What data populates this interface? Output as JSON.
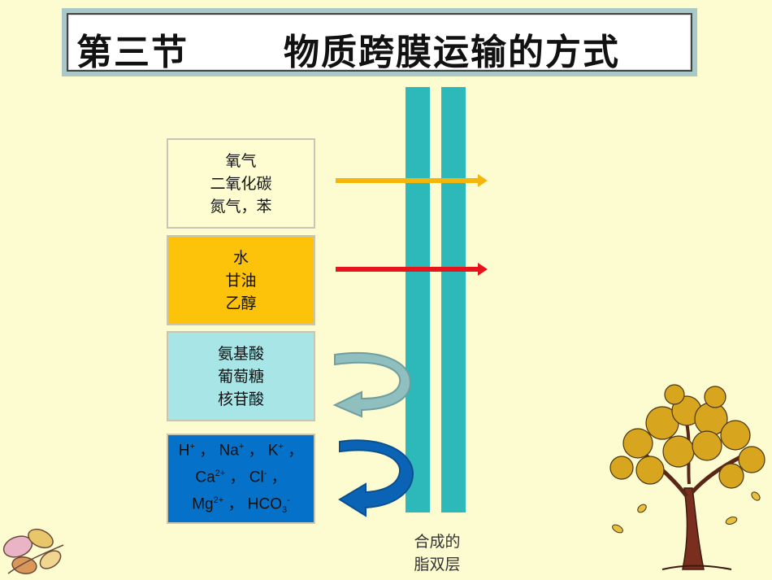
{
  "title": {
    "section": "第三节",
    "heading": "物质跨膜运输的方式"
  },
  "substances": [
    {
      "lines": [
        "氧气",
        "二氧化碳",
        "氮气，苯"
      ],
      "arrow": "straight",
      "color": "#f5b60c"
    },
    {
      "lines": [
        "水",
        "甘油",
        "乙醇"
      ],
      "arrow": "straight",
      "color": "#e8141c"
    },
    {
      "lines": [
        "氨基酸",
        "葡萄糖",
        "核苷酸"
      ],
      "arrow": "curved-back",
      "color": "#8fbfbf"
    },
    {
      "lines": [
        "H+ ， Na+ ， K+ ，",
        "Ca2+ ， Cl- ，",
        "Mg2+ ， HCO3-"
      ],
      "arrow": "curved-back",
      "color": "#0b63b6"
    }
  ],
  "membrane": {
    "label_line1": "合成的",
    "label_line2": "脂双层"
  }
}
